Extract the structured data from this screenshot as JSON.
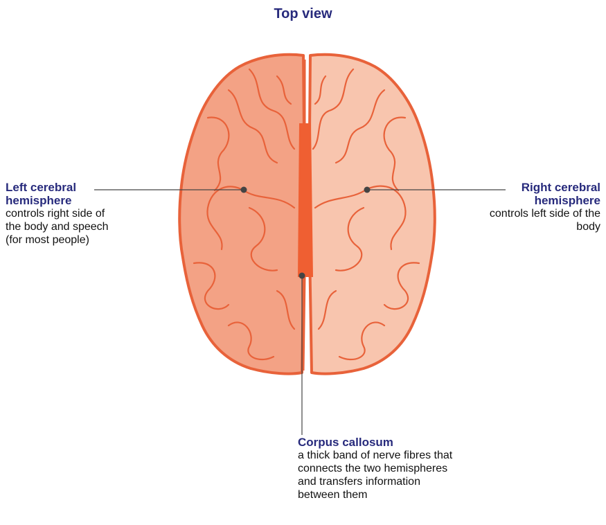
{
  "title": "Top view",
  "labels": {
    "left": {
      "heading": "Left cerebral hemisphere",
      "description": "controls right side of the body and speech (for most people)"
    },
    "right": {
      "heading": "Right cerebral hemisphere",
      "description": "controls left side of the body"
    },
    "bottom": {
      "heading": "Corpus callosum",
      "description": "a thick band of nerve fibres that connects the two hemispheres and transfers information between them"
    }
  },
  "colors": {
    "title": "#272a7c",
    "outline": "#e8623a",
    "left_hemisphere": "#f3a285",
    "right_hemisphere": "#f8c5ae",
    "corpus_callosum": "#ef5f32",
    "leader_line": "#444444"
  }
}
